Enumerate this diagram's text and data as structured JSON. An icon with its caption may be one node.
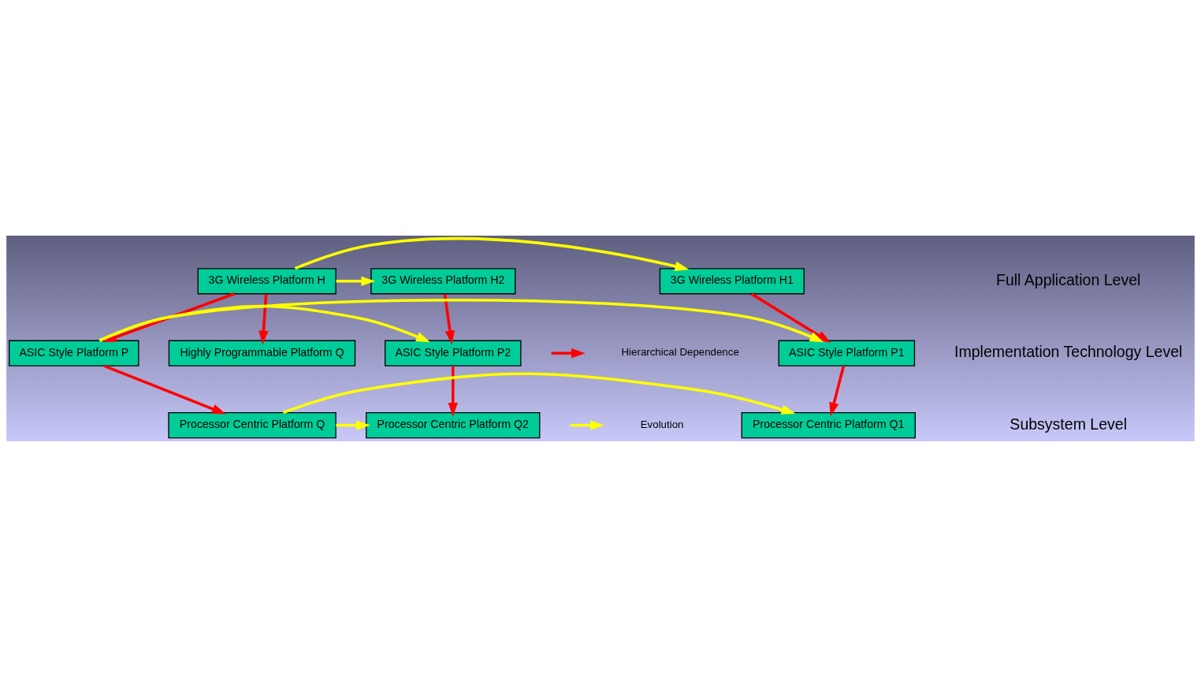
{
  "diagram": {
    "nodes": [
      {
        "text": [
          "3G Wireless Platform H"
        ]
      },
      {
        "text": [
          "3G Wireless Platform H1"
        ]
      },
      {
        "text": [
          "3G Wireless Platform H2"
        ]
      },
      {
        "text": [
          "ASIC Style Platform P1"
        ]
      },
      {
        "text": [
          "ASIC Style Platform P"
        ]
      },
      {
        "text": [
          "Highly Programmable Platform Q"
        ]
      },
      {
        "text": [
          "ASIC Style Platform P2"
        ]
      },
      {
        "text": [
          "Processor Centric Platform Q1"
        ]
      },
      {
        "text": [
          "Processor Centric Platform Q"
        ]
      },
      {
        "text": [
          "Processor Centric Platform Q2"
        ]
      }
    ],
    "edges": [
      {
        "from": 0,
        "to": 1,
        "arrow": "to",
        "color": "#ffff00"
      },
      {
        "from": 0,
        "to": 2,
        "arrow": "to",
        "color": "#ffff00"
      },
      {
        "from": 0,
        "to": 5,
        "arrow": "to"
      },
      {
        "from": 0,
        "to": 4,
        "arrow": "to"
      },
      {
        "from": 1,
        "to": 3,
        "arrow": "to"
      },
      {
        "from": 2,
        "to": 6,
        "arrow": "to"
      },
      {
        "from": 4,
        "to": 3,
        "arrow": "to",
        "color": "#ffff00"
      },
      {
        "from": 4,
        "to": 6,
        "arrow": "to",
        "color": "#ffff00"
      },
      {
        "from": 4,
        "to": 8,
        "arrow": "to"
      },
      {
        "from": 3,
        "to": 7,
        "arrow": "to"
      },
      {
        "from": 6,
        "to": 9,
        "arrow": "to"
      },
      {
        "from": 8,
        "to": 7,
        "arrow": "to",
        "color": "#ffff00"
      },
      {
        "from": 8,
        "to": 9,
        "arrow": "to",
        "color": "#ffff00"
      }
    ],
    "labels": [
      "Full Application Level",
      "Implementation Technology Level",
      "Subsystem Level"
    ],
    "legend": [
      {
        "text": "Hierarchical Dependence"
      },
      {
        "text": "Evolution"
      }
    ]
  }
}
